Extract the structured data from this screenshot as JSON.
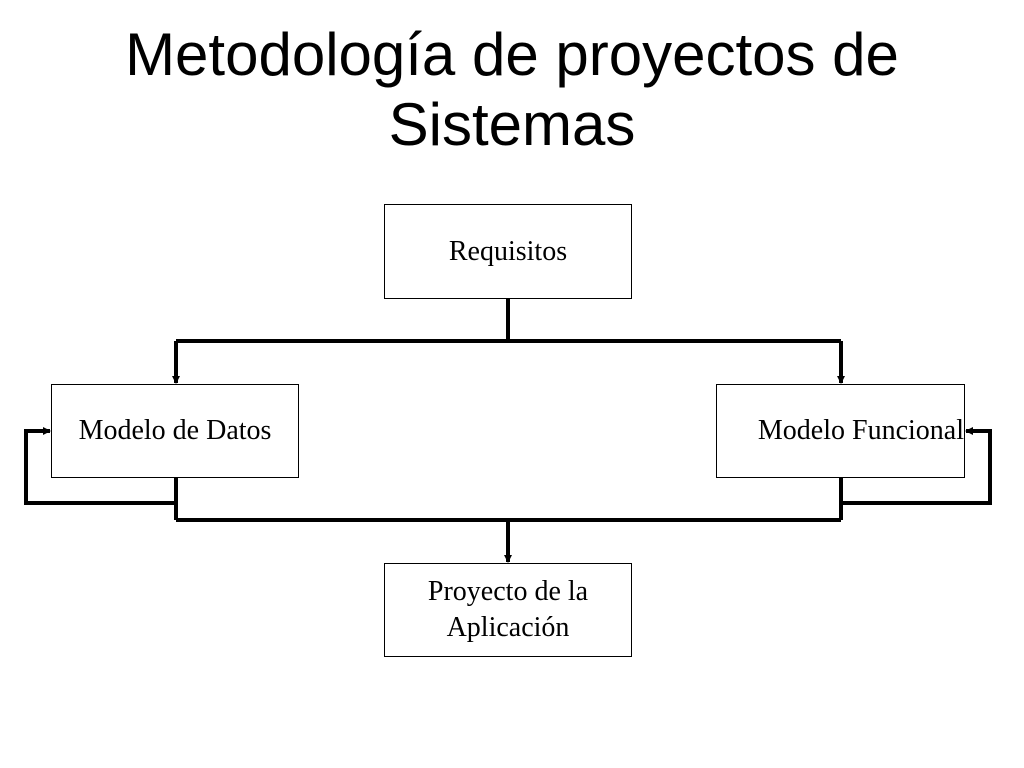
{
  "title": {
    "line1": "Metodología de proyectos de",
    "line2": "Sistemas"
  },
  "nodes": {
    "requisitos": "Requisitos",
    "modelo_datos": "Modelo de Datos",
    "modelo_funcional": "Modelo Funcional",
    "proyecto_line1": "Proyecto de la",
    "proyecto_line2": "Aplicación"
  },
  "colors": {
    "line": "#000000",
    "background": "#ffffff"
  }
}
